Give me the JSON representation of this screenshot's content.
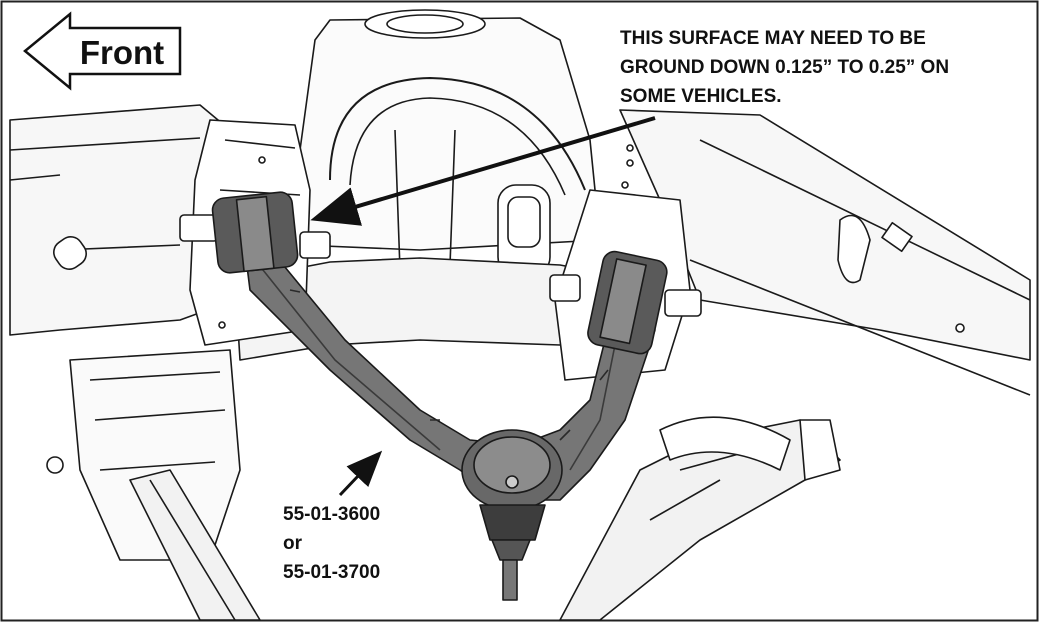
{
  "direction_label": "Front",
  "callout_note": {
    "lines": [
      "THIS SURFACE MAY NEED TO BE",
      "GROUND DOWN 0.125” TO 0.25” ON",
      "SOME VEHICLES."
    ]
  },
  "part_label": {
    "lines": [
      "55-01-3600",
      "or",
      "55-01-3700"
    ]
  },
  "colors": {
    "line": "#1a1a1a",
    "arm": "#6b6b6b",
    "arm_dark": "#3a3a3a",
    "frame_shade": "#e8e8e8"
  }
}
